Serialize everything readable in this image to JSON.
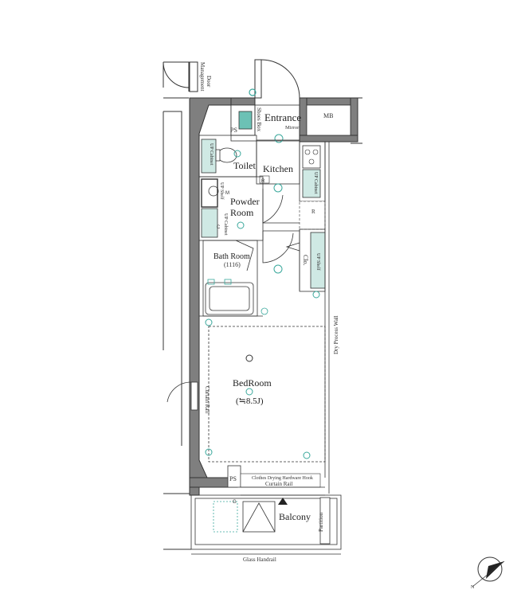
{
  "floorplan": {
    "rooms": {
      "entrance": "Entrance",
      "mirror": "Mirror",
      "shoes_box": "Shoes Box",
      "mb": "MB",
      "ps_top": "PS",
      "toilet": "Toilet",
      "kitchen": "Kitchen",
      "powder_room_line1": "Powder",
      "powder_room_line2": "Room",
      "bath_room": "Bath Room",
      "bath_size": "(1116)",
      "bedroom": "BedRoom",
      "bedroom_size": "(≒8.5J)",
      "clo": "Clo.",
      "up_shelf": "UP Shelf",
      "ps_bottom": "PS",
      "balcony": "Balcony"
    },
    "annotations": {
      "management_door_line1": "Management",
      "management_door_line2": "Door",
      "dry_process_wall": "Dry Process Wall",
      "curtain_rail_side": "Curtain Rail",
      "curtain_rail_bottom": "Curtain Rail",
      "clothes_drying": "Clothes Drying Hardware Hook",
      "partition": "Partition",
      "glass_handrail": "Glass Handrail",
      "up_cabinet_toilet": "UP Cabinet",
      "up_cabinet_kitchen": "UP Cabinet",
      "up_shelf_powder": "UP Shelf",
      "up_cabinet_powder": "UP Cabinet",
      "m_mark": "M",
      "r_mark": "R",
      "c_mark": "C",
      "g_mark": "G"
    },
    "colors": {
      "wall": "#7f7f7f",
      "line": "#333333",
      "accent": "#3aa89c",
      "fill_light": "#cfe9e4"
    }
  }
}
